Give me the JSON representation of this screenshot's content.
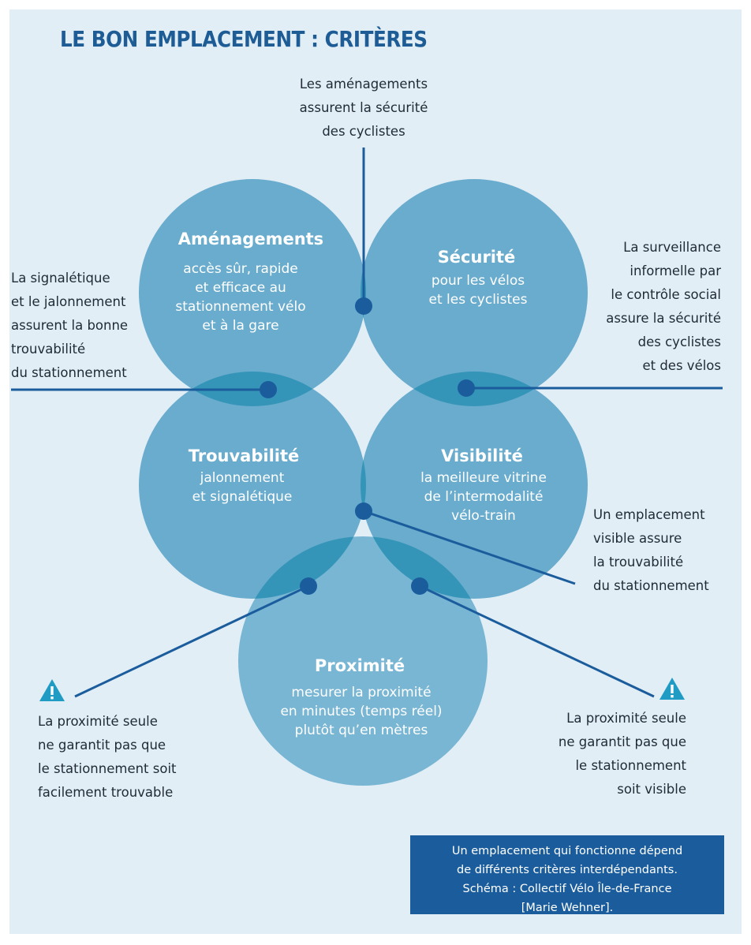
{
  "title": "LE BON EMPLACEMENT : CRITÈRES",
  "colors": {
    "background": "#e2eef6",
    "circle": "#6aaccd",
    "overlap": "#3595b8",
    "line": "#1b5d9c",
    "title": "#1d5c95",
    "warning": "#1f9bc4"
  },
  "circles": [
    {
      "title": "Aménagements",
      "lines": [
        "accès sûr, rapide",
        "et efficace au",
        "stationnement vélo",
        "et à la gare"
      ]
    },
    {
      "title": "Sécurité",
      "lines": [
        "pour les vélos",
        "et les cyclistes"
      ]
    },
    {
      "title": "Trouvabilité",
      "lines": [
        "jalonnement",
        "et signalétique"
      ]
    },
    {
      "title": "Visibilité",
      "lines": [
        "la meilleure vitrine",
        "de l’intermodalité",
        "vélo-train"
      ]
    },
    {
      "title": "Proximité",
      "lines": [
        "mesurer la proximité",
        "en minutes (temps réel)",
        "plutôt qu’en mètres"
      ]
    }
  ],
  "notes": {
    "amenagements": [
      "Les aménagements",
      "assurent la sécurité",
      "des cyclistes"
    ],
    "signaletique": [
      "La signalétique",
      "et le jalonnement",
      "assurent la bonne",
      "trouvabilité",
      "du stationnement"
    ],
    "surveillance": [
      "La surveillance",
      "informelle par",
      "le contrôle social",
      "assure la sécurité",
      "des cyclistes",
      "et des vélos"
    ],
    "emplacement": [
      "Un emplacement",
      "visible assure",
      "la trouvabilité",
      "du stationnement"
    ],
    "proximite_left": [
      "La proximité seule",
      "ne garantit pas que",
      "le stationnement soit",
      "facilement trouvable"
    ],
    "proximite_right": [
      "La proximité seule",
      "ne garantit pas que",
      "le stationnement",
      "soit visible"
    ]
  },
  "source": {
    "lines": [
      "Un emplacement qui fonctionne dépend",
      "de différents critères interdépendants."
    ],
    "credit": [
      "Schéma : Collectif Vélo Île-de-France",
      "[Marie Wehner]."
    ]
  }
}
